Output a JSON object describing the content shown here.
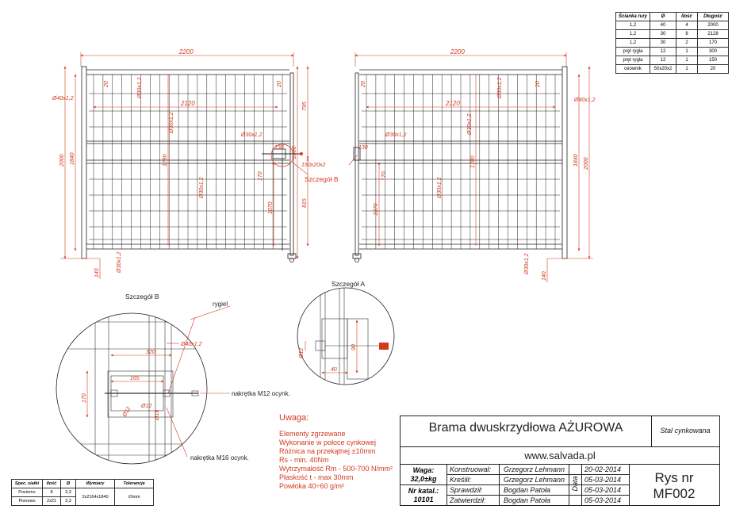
{
  "parts_table": {
    "headers": [
      "Ścianka rury",
      "Ø",
      "Ilość",
      "Długość"
    ],
    "rows": [
      [
        "1,2",
        "40",
        "4",
        "2000"
      ],
      [
        "1,2",
        "30",
        "8",
        "2128"
      ],
      [
        "1,2",
        "30",
        "2",
        "170"
      ],
      [
        "pręt rygla",
        "12",
        "1",
        "300"
      ],
      [
        "pręt rygla",
        "12",
        "1",
        "150"
      ],
      [
        "ceownik",
        "50x20x2",
        "1",
        "20"
      ]
    ]
  },
  "spec_table": {
    "headers": [
      "Spec. siatki",
      "Ilość",
      "Ø",
      "Wymiary",
      "Tolerancje"
    ],
    "rows": [
      [
        "Poziomo",
        "8",
        "3,3",
        "2x2164x1840",
        "±5mm"
      ],
      [
        "Pionowo",
        "2x21",
        "3,3",
        "",
        ""
      ]
    ]
  },
  "dims": {
    "width": "2200",
    "inner_width": "2120",
    "gap": "20",
    "pipe_40": "Ø40x1,2",
    "pipe_30": "Ø30x1,2",
    "h_2000": "2000",
    "h_1840": "1840",
    "h_1780": "1780",
    "h_1070": "1070",
    "h_815": "815",
    "h_795": "795",
    "h_170": "170",
    "h_140": "140",
    "h_130": "130",
    "channel": "150x20x2"
  },
  "labels": {
    "detail_b_callout": "Szczegół B",
    "detail_a_title": "Szczegół A",
    "detail_b_title": "Szczegół B",
    "rygiel": "rygiel",
    "nut_m12": "nakrętka M12 ocynk.",
    "nut_m16": "nakrętka M16 ocynk.",
    "d_320": "320",
    "d_165": "165",
    "d_170": "170",
    "d_12a": "Ø12",
    "d_12b": "Ø12",
    "d_16": "Ø16",
    "d_40": "40",
    "d_90": "90",
    "d_a40": "Ø40x1,2"
  },
  "notes": {
    "title": "Uwaga:",
    "lines": [
      "Elementy zgrzewane",
      "Wykonanie w połoce cynkowej",
      "Różnica na przekątnej ±10mm",
      "Rs - min. 40Nm",
      "Wytrzymałość Rm - 500-700 N/mm²",
      "Płaskość t - max 30mm",
      "Powłoka 40÷60 g/m²"
    ]
  },
  "title_block": {
    "title": "Brama dwuskrzydłowa AŻUROWA",
    "material": "Stal cynkowana",
    "website": "www.salvada.pl",
    "waga_label": "Waga:",
    "waga_value": "32,0±kg",
    "katal_label": "Nr katal.:",
    "katal_value": "10101",
    "roles": [
      {
        "role": "Konstruował:",
        "name": "Grzegorz Lehmann",
        "date": "20-02-2014"
      },
      {
        "role": "Kreślił:",
        "name": "Grzegorz Lehmann",
        "date": "05-03-2014"
      },
      {
        "role": "Sprawdził:",
        "name": "Bogdan Patoła",
        "date": "05-03-2014"
      },
      {
        "role": "Zatwierdził:",
        "name": "Bogdan Patoła",
        "date": "05-03-2014"
      }
    ],
    "data_label": "Data",
    "rys_label": "Rys nr",
    "rys_value": "MF002"
  },
  "colors": {
    "ink": "#1a1a1a",
    "dimension": "#d23a1e",
    "background": "#ffffff"
  }
}
